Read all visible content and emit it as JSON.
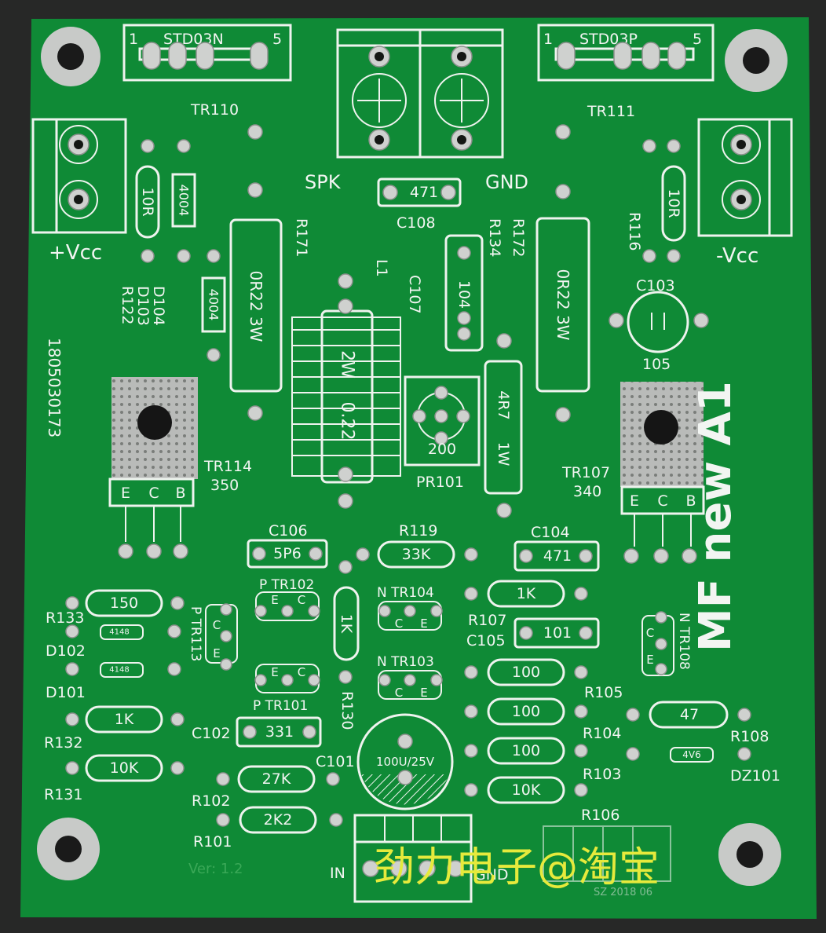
{
  "board": {
    "title": "MF new A1",
    "serial": "1805030173",
    "version": "Ver: 1.2",
    "watermark": "劲力电子@淘宝",
    "colors": {
      "pcb": "#0f8a36",
      "silk": "#eef3ee",
      "pad": "#cfd1cf",
      "background": "#2a2a2a",
      "watermark": "#e6ea3c"
    }
  },
  "connectors": {
    "spk": "SPK",
    "gnd_top": "GND",
    "vcc_plus": "+Vcc",
    "vcc_minus": "-Vcc",
    "in": "IN",
    "gnd_bottom": "GND"
  },
  "transistor_outputs": {
    "left": {
      "name": "STD03N",
      "pin1": "1",
      "pin5": "5",
      "ref": "TR110"
    },
    "right": {
      "name": "STD03P",
      "pin1": "1",
      "pin5": "5",
      "ref": "TR111"
    }
  },
  "power_transistors": {
    "left": {
      "ref": "TR114",
      "code": "350",
      "pins": [
        "E",
        "C",
        "B"
      ]
    },
    "right": {
      "ref": "TR107",
      "code": "340",
      "pins": [
        "E",
        "C",
        "B"
      ]
    }
  },
  "resistors": {
    "r10r_left": "10R",
    "r10r_right": "10R",
    "r171": {
      "ref": "R171",
      "value": "0R22 3W"
    },
    "r172": {
      "ref": "R172",
      "value": "0R22 3W"
    },
    "r116": "R116",
    "r134": "R134",
    "r4r7": {
      "value": "4R7",
      "power": "1W"
    },
    "r119": {
      "ref": "R119",
      "value": "33K"
    },
    "r133": {
      "ref": "R133",
      "value": "150"
    },
    "r130": {
      "ref": "R130",
      "value": "1K"
    },
    "r132": {
      "ref": "R132",
      "value": "1K"
    },
    "r131": {
      "ref": "R131",
      "value": "10K"
    },
    "r102": {
      "ref": "R102",
      "value": "27K"
    },
    "r101": {
      "ref": "R101",
      "value": "2K2"
    },
    "r107": {
      "ref": "R107",
      "value": "1K"
    },
    "r105": {
      "ref": "R105",
      "value": "100"
    },
    "r104": {
      "ref": "R104",
      "value": "100"
    },
    "r103": {
      "ref": "R103",
      "value": "100"
    },
    "r106": {
      "ref": "R106",
      "value": "10K"
    },
    "r108": {
      "ref": "R108",
      "value": "47"
    },
    "r122": "R122"
  },
  "diodes": {
    "d104": "D104",
    "d103": "D103",
    "d104_body": "4004",
    "d103_body": "4004",
    "d102": {
      "ref": "D102",
      "body": "4148"
    },
    "d101": {
      "ref": "D101",
      "body": "4148"
    },
    "dz101": {
      "ref": "DZ101",
      "body": "4V6"
    }
  },
  "capacitors": {
    "c108": {
      "ref": "C108",
      "value": "471"
    },
    "c107": {
      "ref": "C107",
      "value": "104"
    },
    "c103": {
      "ref": "C103",
      "value": "105"
    },
    "c106": {
      "ref": "C106",
      "value": "5P6"
    },
    "c104": {
      "ref": "C104",
      "value": "471"
    },
    "c105": {
      "ref": "C105",
      "value": "101"
    },
    "c102": {
      "ref": "C102",
      "value": "331"
    },
    "c101": {
      "ref": "C101",
      "value": "100U/25V"
    }
  },
  "inductor": {
    "ref": "L1",
    "label1": "2W",
    "label2": "0.22"
  },
  "trimmer": {
    "ref": "PR101",
    "value": "200"
  },
  "small_transistors": {
    "tr102": "P TR102",
    "tr104": "N TR104",
    "tr103": "N TR103",
    "tr101": "P TR101",
    "tr113": "P TR113",
    "tr108": "N TR108",
    "e": "E",
    "c": "C"
  },
  "footer": {
    "stamp": "SZ 2018 06"
  }
}
